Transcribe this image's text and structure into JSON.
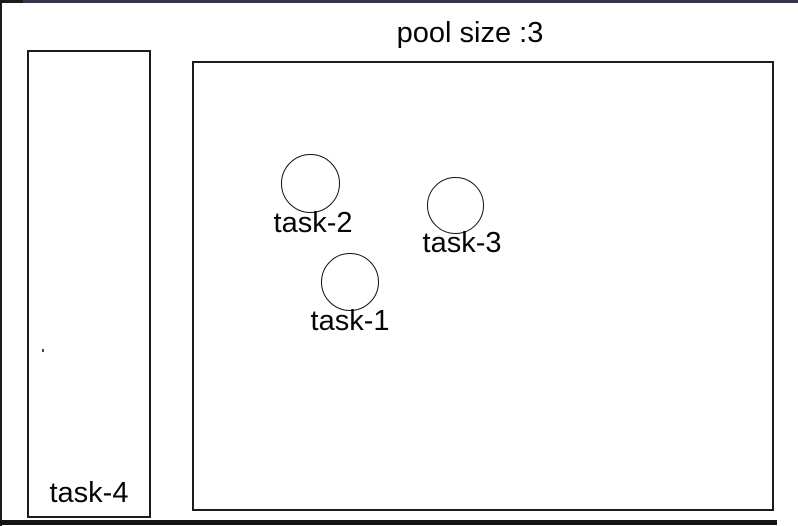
{
  "title": {
    "text": "pool size :3"
  },
  "pool": {
    "size": 3,
    "tasks": [
      {
        "label": "task-1"
      },
      {
        "label": "task-2"
      },
      {
        "label": "task-3"
      }
    ]
  },
  "queue": {
    "tasks": [
      {
        "label": "task-4"
      }
    ]
  },
  "colors": {
    "stroke": "#1c1c1c",
    "text": "#050505",
    "background": "#ffffff",
    "edge_navy": "#38344e",
    "edge_dark": "#1b1b1b"
  }
}
